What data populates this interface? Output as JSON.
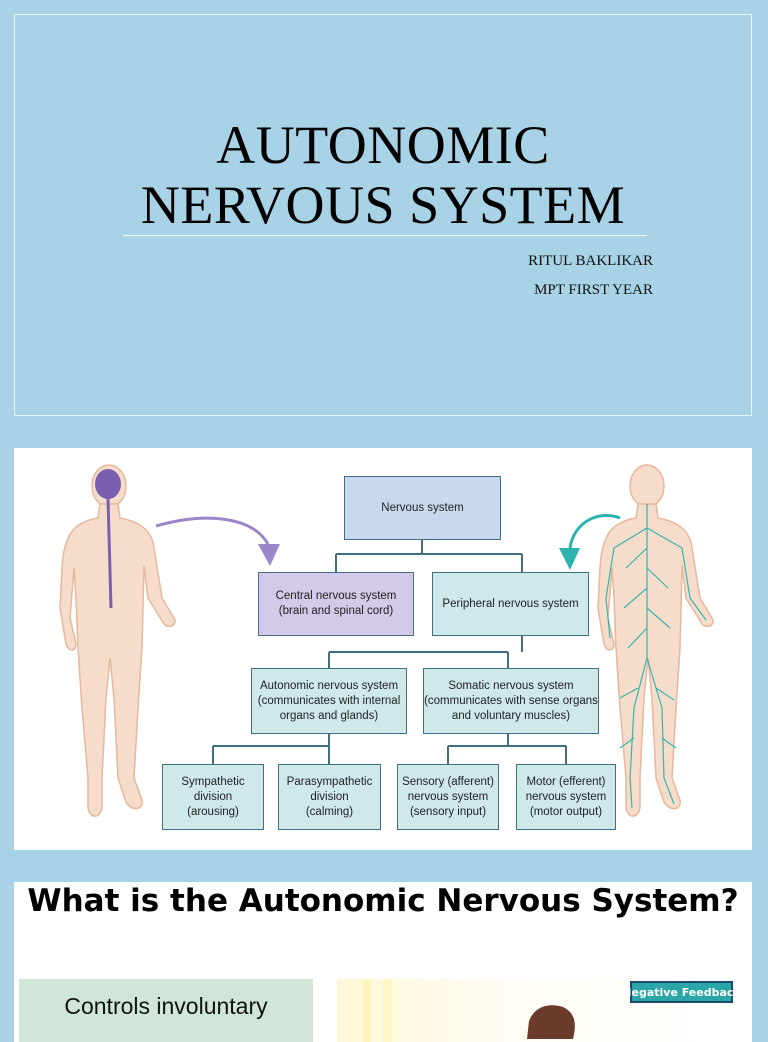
{
  "slide1": {
    "title_line1": "AUTONOMIC",
    "title_line2": "NERVOUS SYSTEM",
    "author": "RITUL BAKLIKAR",
    "course": "MPT FIRST YEAR"
  },
  "slide2": {
    "nervous_system": "Nervous system",
    "central": "Central nervous system\n(brain and spinal cord)",
    "peripheral": "Peripheral nervous system",
    "autonomic": "Autonomic nervous system\n(communicates with internal\norgans and glands)",
    "somatic": "Somatic nervous system\n(communicates with sense organs\nand voluntary muscles)",
    "sympathetic": "Sympathetic\ndivision\n(arousing)",
    "parasympathetic": "Parasympathetic\ndivision\n(calming)",
    "sensory": "Sensory (afferent)\nnervous system\n(sensory input)",
    "motor": "Motor (efferent)\nnervous system\n(motor output)",
    "colors": {
      "purple_arrow": "#9b86c9",
      "teal_arrow": "#2db3ae",
      "body_skin": "#f6dccb",
      "brain": "#7a5fb0",
      "nerves": "#35b5ae"
    }
  },
  "slide3": {
    "title": "What is the Autonomic Nervous System?",
    "left_text": "Controls involuntary",
    "badge": "Negative Feedback"
  }
}
